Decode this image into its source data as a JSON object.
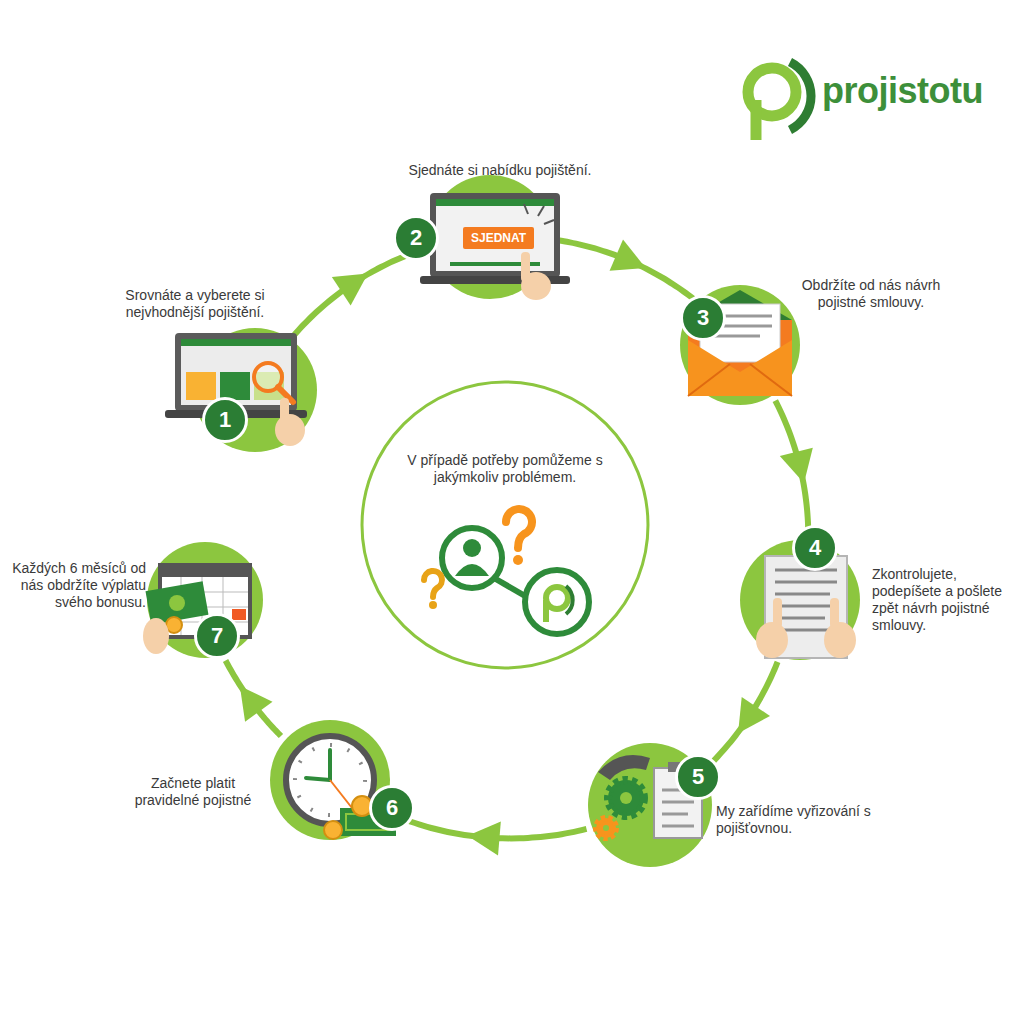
{
  "diagram": {
    "nodes": [
      {
        "text": [
          "Srovnáte a vyberete si nejvhodnější pojištění.",
          "1"
        ]
      },
      {
        "text": [
          "Sjednáte si nabídku pojištění.",
          "2"
        ]
      },
      {
        "text": [
          "Obdržíte od nás návrh pojistné smlouvy.",
          "3"
        ]
      },
      {
        "text": [
          "Zkontrolujete, podepíšete a pošlete zpět návrh pojistné smlouvy.",
          "4"
        ]
      },
      {
        "text": [
          "My zařídíme vyřizování s pojišťovnou.",
          "5"
        ]
      },
      {
        "text": [
          "Začnete platit pravidelné pojistné",
          "6"
        ]
      },
      {
        "text": [
          "Každých 6 měsíců od nás obdržíte výplatu svého bonusu.",
          "7"
        ]
      },
      {
        "text": [
          "V případě potřeby pomůžeme s jakýmkoliv problémem."
        ]
      }
    ],
    "edges": [
      {
        "from": 0,
        "to": 1,
        "arrow": "to"
      },
      {
        "from": 1,
        "to": 2,
        "arrow": "to"
      },
      {
        "from": 2,
        "to": 3,
        "arrow": "to"
      },
      {
        "from": 3,
        "to": 4,
        "arrow": "to"
      },
      {
        "from": 4,
        "to": 5,
        "arrow": "to"
      },
      {
        "from": 5,
        "to": 6,
        "arrow": "to"
      }
    ],
    "labels": [
      "SJEDNAT",
      "projistotu"
    ]
  }
}
